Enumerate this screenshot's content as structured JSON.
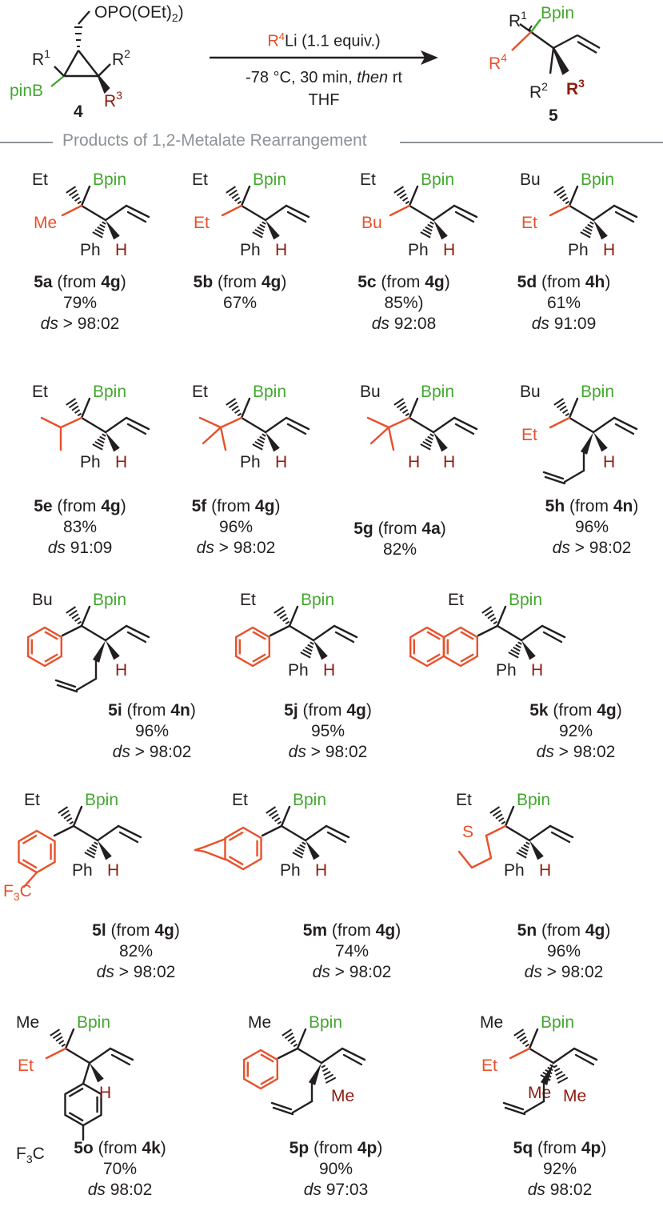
{
  "scheme": {
    "reagent": {
      "r4": "R",
      "sup": "4",
      "rest": "Li (1.1 equiv.)"
    },
    "conditions": {
      "pre": "-78 °C, 30 min, ",
      "then": "then",
      "post": " rt"
    },
    "solvent": "THF",
    "start_label": "4",
    "product_label": "5",
    "start_atoms": {
      "top": "OPO(OEt)",
      "top_sub": "2",
      "r1": "R",
      "r1_sup": "1",
      "r2": "R",
      "r2_sup": "2",
      "r3": "R",
      "r3_sup": "3",
      "boron": "pinB"
    },
    "product_atoms": {
      "r1": "R",
      "r1_sup": "1",
      "bpin": "Bpin",
      "r4": "R",
      "r4_sup": "4",
      "r2": "R",
      "r2_sup": "2",
      "r3": "R",
      "r3_sup": "3"
    }
  },
  "section_title": "Products of 1,2-Metalate Rearrangement",
  "colors": {
    "r4": "#e8502a",
    "boron": "#43a72f",
    "r3": "#8c1d10",
    "ink": "#231f20",
    "rule": "#8c9397"
  },
  "products": [
    {
      "id": "5a",
      "from": "4g",
      "yield": "79%",
      "ds_label": "ds",
      "ds": " > 98:02",
      "atoms": {
        "top": "Et",
        "bpin": "Bpin",
        "r4": "Me",
        "r3": "Ph",
        "h": "H"
      }
    },
    {
      "id": "5b",
      "from": "4g",
      "yield": "67%",
      "ds_label": "",
      "ds": "",
      "atoms": {
        "top": "Et",
        "bpin": "Bpin",
        "r4": "Et",
        "r3": "Ph",
        "h": "H"
      }
    },
    {
      "id": "5c",
      "from": "4g",
      "yield": "85%)",
      "ds_label": "ds",
      "ds": " 92:08",
      "atoms": {
        "top": "Et",
        "bpin": "Bpin",
        "r4": "Bu",
        "r3": "Ph",
        "h": "H"
      }
    },
    {
      "id": "5d",
      "from": "4h",
      "yield": "61%",
      "ds_label": "ds",
      "ds": " 91:09",
      "atoms": {
        "top": "Bu",
        "bpin": "Bpin",
        "r4": "Et",
        "r3": "Ph",
        "h": "H"
      }
    },
    {
      "id": "5e",
      "from": "4g",
      "yield": "83%",
      "ds_label": "ds",
      "ds": " 91:09",
      "atoms": {
        "top": "Et",
        "bpin": "Bpin",
        "r3": "Ph",
        "h": "H"
      }
    },
    {
      "id": "5f",
      "from": "4g",
      "yield": "96%",
      "ds_label": "ds",
      "ds": " > 98:02",
      "atoms": {
        "top": "Et",
        "bpin": "Bpin",
        "r3": "Ph",
        "h": "H"
      }
    },
    {
      "id": "5g",
      "from": "4a",
      "yield": "82%",
      "ds_label": "",
      "ds": "",
      "atoms": {
        "top": "Bu",
        "bpin": "Bpin",
        "r3": "H",
        "h": "H"
      }
    },
    {
      "id": "5h",
      "from": "4n",
      "yield": "96%",
      "ds_label": "ds",
      "ds": " > 98:02",
      "atoms": {
        "top": "Bu",
        "bpin": "Bpin",
        "r4": "Et",
        "h": "H"
      }
    },
    {
      "id": "5i",
      "from": "4n",
      "yield": "96%",
      "ds_label": "ds",
      "ds": " > 98:02",
      "atoms": {
        "top": "Bu",
        "bpin": "Bpin",
        "h": "H"
      }
    },
    {
      "id": "5j",
      "from": "4g",
      "yield": "95%",
      "ds_label": "ds",
      "ds": " > 98:02",
      "atoms": {
        "top": "Et",
        "bpin": "Bpin",
        "r3": "Ph",
        "h": "H"
      }
    },
    {
      "id": "5k",
      "from": "4g",
      "yield": "92%",
      "ds_label": "ds",
      "ds": " > 98:02",
      "atoms": {
        "top": "Et",
        "bpin": "Bpin",
        "r3": "Ph",
        "h": "H"
      }
    },
    {
      "id": "5l",
      "from": "4g",
      "yield": "82%",
      "ds_label": "ds",
      "ds": " > 98:02",
      "atoms": {
        "top": "Et",
        "bpin": "Bpin",
        "r3": "Ph",
        "h": "H",
        "cf3": "F",
        "cf3_sub": "3",
        "cf3_c": "C"
      }
    },
    {
      "id": "5m",
      "from": "4g",
      "yield": "74%",
      "ds_label": "ds",
      "ds": " > 98:02",
      "atoms": {
        "top": "Et",
        "bpin": "Bpin",
        "r3": "Ph",
        "h": "H"
      }
    },
    {
      "id": "5n",
      "from": "4g",
      "yield": "96%",
      "ds_label": "ds",
      "ds": " > 98:02",
      "atoms": {
        "top": "Et",
        "bpin": "Bpin",
        "r3": "Ph",
        "h": "H",
        "s": "S"
      }
    },
    {
      "id": "5o",
      "from": "4k",
      "yield": "70%",
      "ds_label": "ds",
      "ds": " 98:02",
      "atoms": {
        "top": "Me",
        "bpin": "Bpin",
        "r4": "Et",
        "h": "H",
        "cf3": "F",
        "cf3_sub": "3",
        "cf3_c": "C"
      }
    },
    {
      "id": "5p",
      "from": "4p",
      "yield": "90%",
      "ds_label": "ds",
      "ds": " 97:03",
      "atoms": {
        "top": "Me",
        "bpin": "Bpin",
        "r3": "Me"
      }
    },
    {
      "id": "5q",
      "from": "4p",
      "yield": "92%",
      "ds_label": "ds",
      "ds": " 98:02",
      "atoms": {
        "top": "Me",
        "bpin": "Bpin",
        "r4": "Et",
        "r3": "Me"
      }
    }
  ]
}
